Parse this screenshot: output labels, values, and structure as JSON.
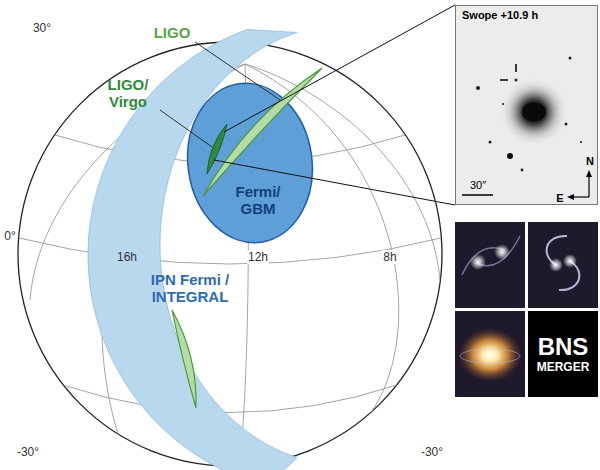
{
  "diagram": {
    "nodes": [
      {
        "text": [
          "LIGO"
        ]
      },
      {
        "text": [
          "LIGO/ Virgo"
        ]
      },
      {
        "text": [
          "Fermi/ GBM"
        ]
      },
      {
        "text": [
          "IPN Fermi / INTEGRAL"
        ]
      },
      {
        "text": [
          "Swope +10.9 h",
          "30″",
          "N",
          "E"
        ]
      },
      {
        "text": [
          "BNS MERGER"
        ]
      }
    ],
    "edges": [
      {
        "from": 1,
        "to": 4,
        "arrow": "none"
      },
      {
        "from": 1,
        "to": 4,
        "arrow": "none"
      }
    ],
    "labels": [
      "30°",
      "0°",
      "16h",
      "12h",
      "8h",
      "-30°",
      "-30°"
    ]
  }
}
